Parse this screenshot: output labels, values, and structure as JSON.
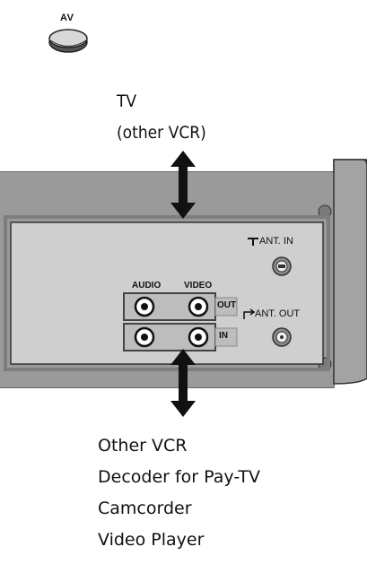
{
  "av_button": {
    "label": "AV"
  },
  "top_target": {
    "lines": [
      "TV",
      "(other VCR)"
    ]
  },
  "panel": {
    "audio_label": "AUDIO",
    "video_label": "VIDEO",
    "out_label": "OUT",
    "in_label": "IN",
    "ant_in_label": "ANT. IN",
    "ant_out_label": "ANT. OUT"
  },
  "bottom_targets": {
    "lines": [
      "Other VCR",
      "Decoder for Pay-TV",
      "Camcorder",
      "Video Player"
    ]
  },
  "colors": {
    "panel_outer": "#9a9a9a",
    "panel_inner": "#c8c8c8",
    "panel_dark": "#6d6d6d"
  }
}
